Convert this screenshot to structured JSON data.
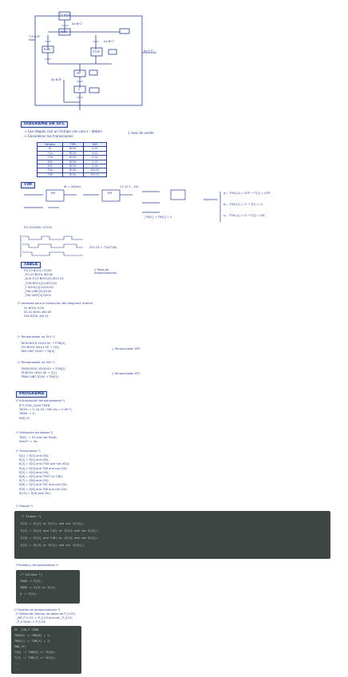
{
  "diagram": {
    "top_block": "T¹ IDLE",
    "step_labels": [
      "IDLE",
      "RUN",
      "STOP",
      "M",
      "S"
    ],
    "transitions": [
      "Ax·B·C¹",
      "T·A·B·Ā¹",
      "Ax·B·C²",
      "Ax·F·C²",
      "Ax·B·Ā²"
    ]
  },
  "sections": {
    "grafcet": "DIAGRAMA EN SFC",
    "tim": "TIM",
    "tabla": "TABLA",
    "programa": "PROGRAMA"
  },
  "sfc_notes": [
    "→ Las etapas con un tiempo con una ε - deben",
    "→ Considerar los transiciones"
  ],
  "sfc_note_side": "} mas de verde",
  "sfc_table": {
    "headers": [
      "Variable",
      "TIPO",
      "DIR"
    ],
    "rows": [
      [
        "S1",
        "BOOL",
        "0.00"
      ],
      [
        "T1A",
        "BOOL",
        "0.01"
      ],
      [
        "T1B",
        "BOOL",
        "0.02"
      ],
      [
        "X00",
        "BOOL",
        "0.03"
      ],
      [
        "X01",
        "BOOL",
        "0.04"
      ],
      [
        "T0A",
        "BOOL",
        "100.00"
      ],
      [
        "T0B",
        "BOOL",
        "100.01"
      ]
    ]
  },
  "tim_notes": {
    "timer": "TIM",
    "delay": "dt = 500ms",
    "coords": "1.E [2.1 , 20]",
    "algoritmo": "Algoritmo",
    "alg_lines": [
      "a) - TON [1] = DTP → T[1] = DTP",
      "b) - TON [1] = 0 → T[1] = 0",
      "c) - TON [1] = 0 → T[1] = DA"
    ],
    "foot": "_TM[1] → TM[1] = 0"
  },
  "pulse": {
    "label": "P.O.23    BOOL    CF100",
    "note": "(P.O.23 = T1A/T1B)"
  },
  "tabla_rows": [
    "P.0.23    BOOL    CF200",
    "_P.0.23   BOOL    W0.00",
    "_AUX.0.23 BOOL[3] W11.01",
    "_TON      BOOL[3] W12.00",
    "_T        BOOL[3] H100.00",
    "_TAN      UINT[3] D100",
    "_TAV      UINT[3] D200"
  ],
  "tabla_side": "} Tabla de temporizadores",
  "etapas_title": "(* Variables para la traducción del diagrama Grafcet",
  "etapas_rows": [
    "S1      BOOL    0.00",
    "S2.01   BOOL    W0.00",
    "S3A     BOOL    W0.01"
  ],
  "temp_groups": [
    {
      "title": "(* Temporizador no 301 *)",
      "rows": [
        "TAON   BOOL   H100.00 → TON[0]",
        "TSS    BOOL   W101.00 → T[0]",
        "TAN    UINT   D100 → TA[0]"
      ],
      "side": "} Temporizador Nº0"
    },
    {
      "title": "(* Temporizador no 302 *)",
      "rows": [
        "TBON   BOOL   H200.00 → TON[1]",
        "TB     BOOL   H201.00 → T[1]",
        "TBAN   UINT   D200 → TAV[1]"
      ],
      "side": "} Temporizador Nº1"
    }
  ],
  "programa": {
    "comment1": "(* Inicialización temporizadores *)",
    "code1": [
      "IF P_First_Cycle THEN",
      "   TAON := 0;   (# 50 / 500 ms = 0.00 *)",
      "   TBON := 0;",
      "END_IF;"
    ],
    "comment2": "(* Activación de etapas *)",
    "code2": [
      "TAA1 := S1 and not TsusA;",
      "SaanY := So;"
    ],
    "comment3": "(* Transiciones *)",
    "code3": [
      "E[1] = E[1] and (SS);",
      "E[2] = E[1] and (SS);",
      "E[3] = E[2] and (T0A and not (SS));",
      "E[4] = E[3] and T0B and not (SS);",
      "E[5] = E[4] and (SS);",
      "E[6] = E[5] and (TEST or T0B);",
      "E[7] = E[6] and (SS);",
      "E[8] = E[7] and T0C and not (SS);",
      "E[9] = E[8] and T0B and not (SS);",
      "E[10] = E[9] and (SS);"
    ],
    "comment4": "(* Etapas *)",
    "comment5": "(*Salidas y temporizadores *)",
    "comment6": "(* Gestión de temporizadores *)",
    "code6": [
      "(* Detección flancos de salida de P_0.23)",
      "_ISR_P_0.23 := P_0.23 and not _P_0.23;",
      "_P_0.Salid := P_0.23;"
    ]
  },
  "boards": {
    "b1": [
      "(* Etapas *)",
      "E[1] = (E[1] or E[2]) and not (E[3]);",
      "E[2] = (E[1] and T1A) or (E[2] and not E[3]);",
      "E[3] = (E[2] and T1B) or (E[3] and not E[4]);",
      "E[4] = (E[3] or E[4]) and not (E[5]);"
    ],
    "b2": [
      "(* Salidas *)",
      "TAON := E[2];",
      "TBON := E[3] or E[4];",
      "Q := E[4];"
    ],
    "b3": [
      "IF _ISR_P THEN",
      "  TON[0] := TON[0] + 1;",
      "  TON[1] := TON[1] + 1;",
      "END_IF;",
      "T[0] := TON[0] >= TA[0];",
      "T[1] := TON[1] >= TA[1];",
      "...",
      "..."
    ]
  }
}
